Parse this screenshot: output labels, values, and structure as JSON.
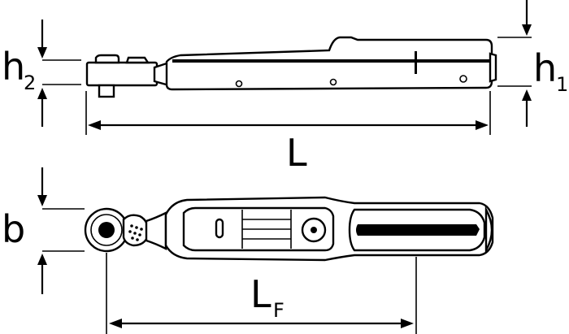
{
  "labels": {
    "h2_main": "h",
    "h2_sub": "2",
    "h1_main": "h",
    "h1_sub": "1",
    "length": "L",
    "width": "b",
    "lf_main": "L",
    "lf_sub": "F"
  }
}
